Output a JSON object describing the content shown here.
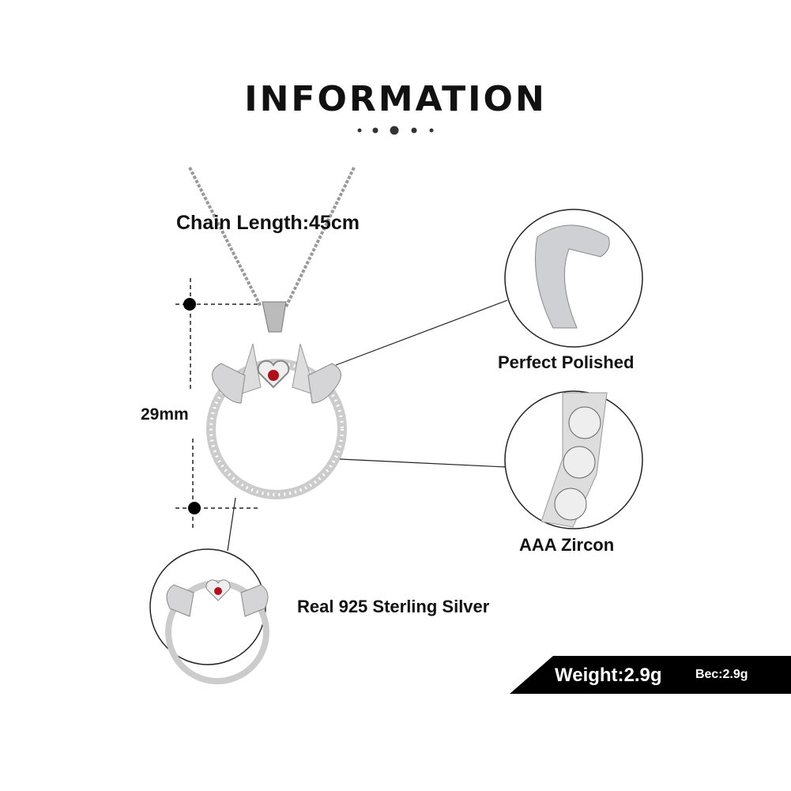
{
  "title": "INFORMATION",
  "chain_length": "Chain Length:45cm",
  "height_label": "29mm",
  "features": [
    {
      "label": "Perfect  Polished"
    },
    {
      "label": "AAA  Zircon"
    },
    {
      "label": "Real 925  Sterling  Silver"
    }
  ],
  "weight": {
    "label": "Weight:2.9g",
    "label_ru": "Вес:2.9g"
  },
  "colors": {
    "banner": "#000000",
    "gem": "#b0101a",
    "silver": "#c8c8cc"
  }
}
